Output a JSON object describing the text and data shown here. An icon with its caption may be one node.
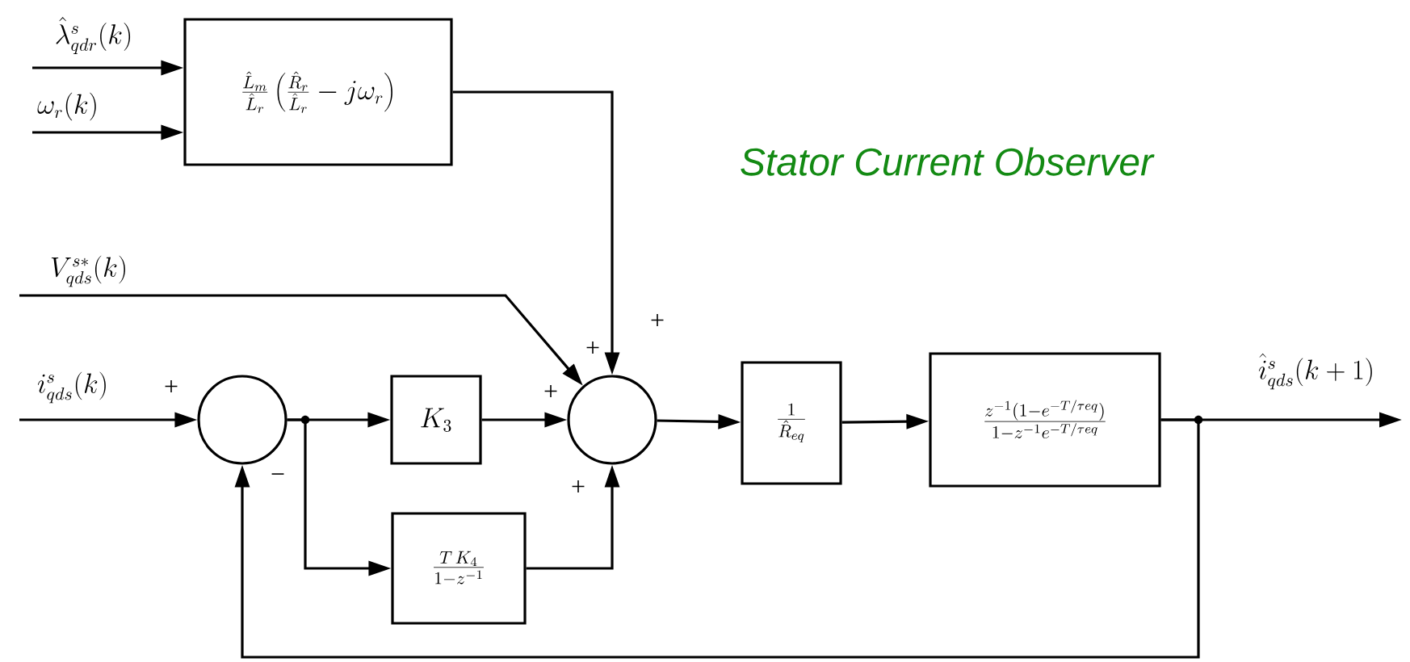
{
  "diagram": {
    "title": "Stator Current Observer",
    "nodes": [
      {
        "text": [
          "\\frac{\\hat{L}_m}{\\hat{L}_r}\\left(\\frac{\\hat{R}_r}{\\hat{L}_r} - j\\omega_r\\right)"
        ]
      },
      {
        "text": [],
        "shape": "circle"
      },
      {
        "text": [
          "K_3"
        ]
      },
      {
        "text": [
          "\\frac{T\\,K_4}{1-z^{-1}}"
        ]
      },
      {
        "text": [],
        "shape": "circle"
      },
      {
        "text": [
          "\\frac{1}{\\hat{R}_{eq}}"
        ]
      },
      {
        "text": [
          "\\frac{z^{-1}(1-e^{-T/\\tau eq})}{1-z^{-1}e^{-T/\\tau eq}}"
        ]
      }
    ],
    "edges": [
      {
        "from": null,
        "to": 0,
        "arrow": "to",
        "label": "\\hat{\\lambda}_{qdr}^{s}(k)"
      },
      {
        "from": null,
        "to": 0,
        "arrow": "to",
        "label": "\\omega_r(k)"
      },
      {
        "from": 0,
        "to": 4,
        "arrow": "to"
      },
      {
        "from": null,
        "to": 4,
        "arrow": "to",
        "label": "V_{qds}^{s*}(k)"
      },
      {
        "from": null,
        "to": 1,
        "arrow": "to",
        "label": "i_{qds}^{s}(k)"
      },
      {
        "from": 1,
        "to": 2,
        "arrow": "to"
      },
      {
        "from": 1,
        "to": 3,
        "arrow": "to"
      },
      {
        "from": 2,
        "to": 4,
        "arrow": "to"
      },
      {
        "from": 3,
        "to": 4,
        "arrow": "to"
      },
      {
        "from": 4,
        "to": 5,
        "arrow": "to"
      },
      {
        "from": 5,
        "to": 6,
        "arrow": "to"
      },
      {
        "from": 6,
        "to": null,
        "arrow": "to",
        "label": "\\hat{i}_{qds}^{s}(k+1)"
      },
      {
        "from": 6,
        "to": 1,
        "arrow": "to"
      }
    ],
    "labels": [
      "+",
      "+",
      "+",
      "+",
      "−",
      "+"
    ]
  }
}
